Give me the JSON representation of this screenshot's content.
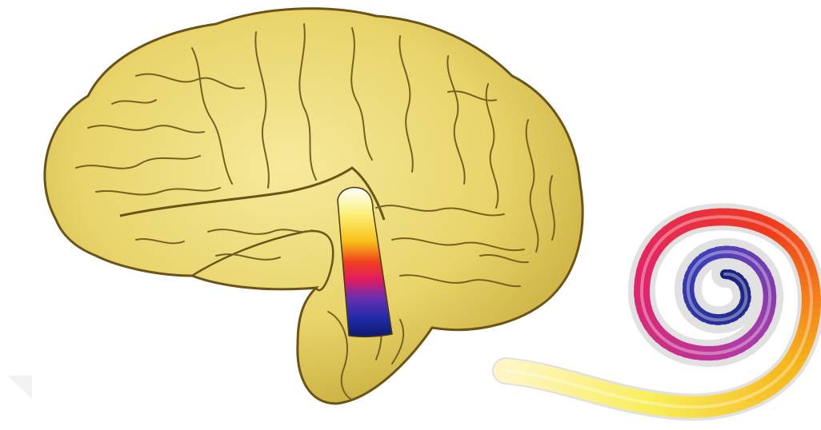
{
  "illustration": {
    "subjects": [
      "brain",
      "auditory-cortex-strip",
      "cochlea"
    ],
    "colors": {
      "background": "#ffffff",
      "brain_fill": "#e8d46a",
      "brain_highlight": "#f6ea9c",
      "brain_shadow": "#b79a2a",
      "brain_outline": "#6b5418",
      "tonotopic_gradient": [
        "#ffffff",
        "#fbf07a",
        "#f7c21a",
        "#f0401e",
        "#e01a63",
        "#6a2fb0",
        "#1f2aa8",
        "#101a6a"
      ],
      "cochlea_gradient": [
        "#fff6c8",
        "#f8ee5a",
        "#f6b51a",
        "#ef3a1c",
        "#e22468",
        "#b23aa6",
        "#3d3fb8",
        "#16207a"
      ]
    }
  }
}
